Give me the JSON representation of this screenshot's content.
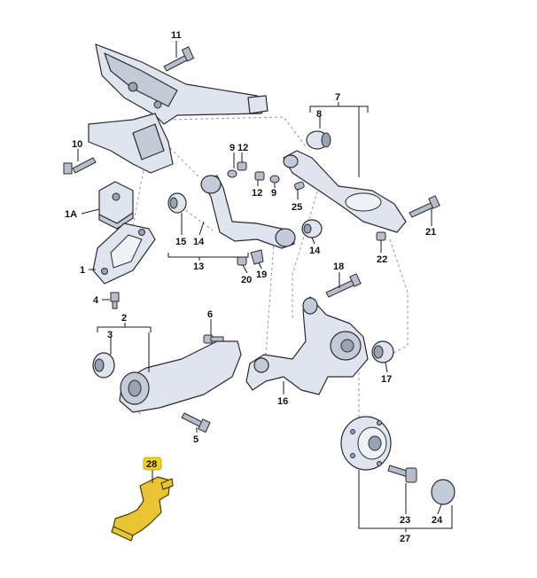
{
  "labels": {
    "l1": "1",
    "l1a": "1A",
    "l2": "2",
    "l3": "3",
    "l4": "4",
    "l5": "5",
    "l6": "6",
    "l7": "7",
    "l8": "8",
    "l9a": "9",
    "l9b": "9",
    "l10": "10",
    "l11": "11",
    "l12a": "12",
    "l12b": "12",
    "l13": "13",
    "l14a": "14",
    "l14b": "14",
    "l15": "15",
    "l16": "16",
    "l17": "17",
    "l18": "18",
    "l19": "19",
    "l20": "20",
    "l21": "21",
    "l22": "22",
    "l23": "23",
    "l24": "24",
    "l25": "25",
    "l27": "27",
    "l28": "28"
  },
  "colors": {
    "part_fill": "#dfe4ee",
    "highlight_fill": "#e9c534",
    "badge_fill": "#f2d21f"
  },
  "highlighted_part": "28"
}
